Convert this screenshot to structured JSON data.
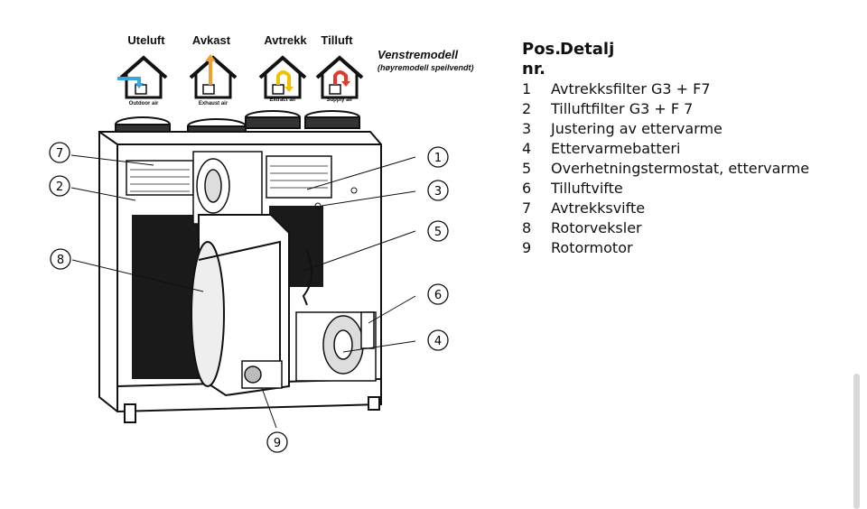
{
  "air_labels": [
    {
      "name": "Uteluft",
      "caption": "Outdoor air"
    },
    {
      "name": "Avkast",
      "caption": "Exhaust air"
    },
    {
      "name": "Avtrekk",
      "caption": "Extract air"
    },
    {
      "name": "Tilluft",
      "caption": "Supply air"
    }
  ],
  "model": {
    "title": "Venstremodell",
    "subtitle": "(høyremodell speilvendt)"
  },
  "legend": {
    "col1_line1": "Pos.",
    "col1_line2": "nr.",
    "col2": "Detalj",
    "items": [
      {
        "num": "1",
        "label": "Avtrekksfilter G3 + F7"
      },
      {
        "num": "2",
        "label": "Tilluftfilter G3 + F 7"
      },
      {
        "num": "3",
        "label": "Justering av ettervarme"
      },
      {
        "num": "4",
        "label": "Ettervarmebatteri"
      },
      {
        "num": "5",
        "label": "Overhetningstermostat, ettervarme"
      },
      {
        "num": "6",
        "label": "Tilluftvifte"
      },
      {
        "num": "7",
        "label": "Avtrekksvifte"
      },
      {
        "num": "8",
        "label": "Rotorveksler"
      },
      {
        "num": "9",
        "label": "Rotormotor"
      }
    ]
  },
  "callouts": [
    "7",
    "2",
    "8",
    "1",
    "3",
    "5",
    "6",
    "4",
    "9"
  ],
  "colors": {
    "outdoor_arrow": "#3aa6dd",
    "exhaust_arrow": "#f0a030",
    "extract_arrow": "#f2c200",
    "supply_arrow": "#e23a2a"
  }
}
